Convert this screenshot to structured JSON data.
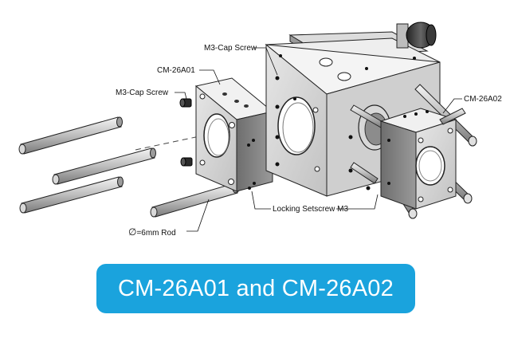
{
  "diagram": {
    "labels": {
      "cap_screw_top": "M3-Cap Screw",
      "part_a01": "CM-26A01",
      "cap_screw_left": "M3-Cap Screw",
      "part_a02": "CM-26A02",
      "locking_setscrew": "Locking Setscrew M3",
      "rod": "=6mm  Rod"
    },
    "rod_diameter_symbol": "∅"
  },
  "banner": {
    "title": "CM-26A01 and CM-26A02",
    "color": "#1aa3dd"
  }
}
